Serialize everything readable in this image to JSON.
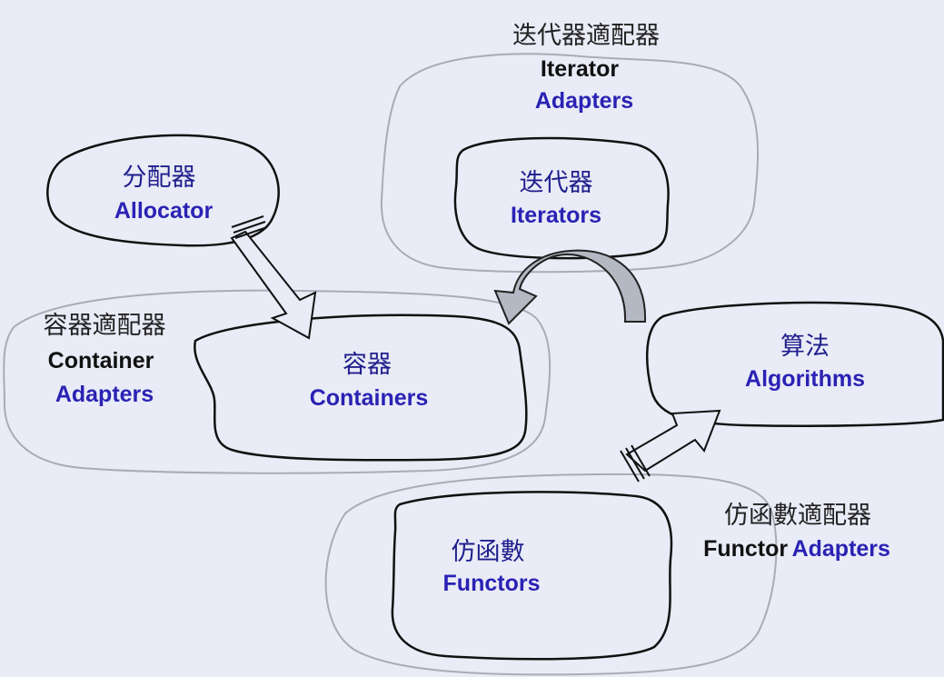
{
  "iterator_adapters": {
    "cn": "迭代器適配器",
    "en_line1": "Iterator",
    "en_line2": "Adapters"
  },
  "iterators": {
    "cn": "迭代器",
    "en": "Iterators"
  },
  "allocator": {
    "cn": "分配器",
    "en": "Allocator"
  },
  "container_adapters": {
    "cn": "容器適配器",
    "en_line1": "Container",
    "en_line2": "Adapters"
  },
  "containers": {
    "cn": "容器",
    "en": "Containers"
  },
  "algorithms": {
    "cn": "算法",
    "en": "Algorithms"
  },
  "functor_adapters": {
    "cn": "仿函數適配器",
    "en_part1": "Functor",
    "en_part2": "Adapters"
  },
  "functors": {
    "cn": "仿函數",
    "en": "Functors"
  },
  "colors": {
    "background": "#e9ebf6",
    "label_blue": "#2a22b4",
    "label_black": "#111111",
    "outline": "#111111",
    "faint_outline": "#a9abb6",
    "arrow_fill": "#b4b8c2"
  }
}
